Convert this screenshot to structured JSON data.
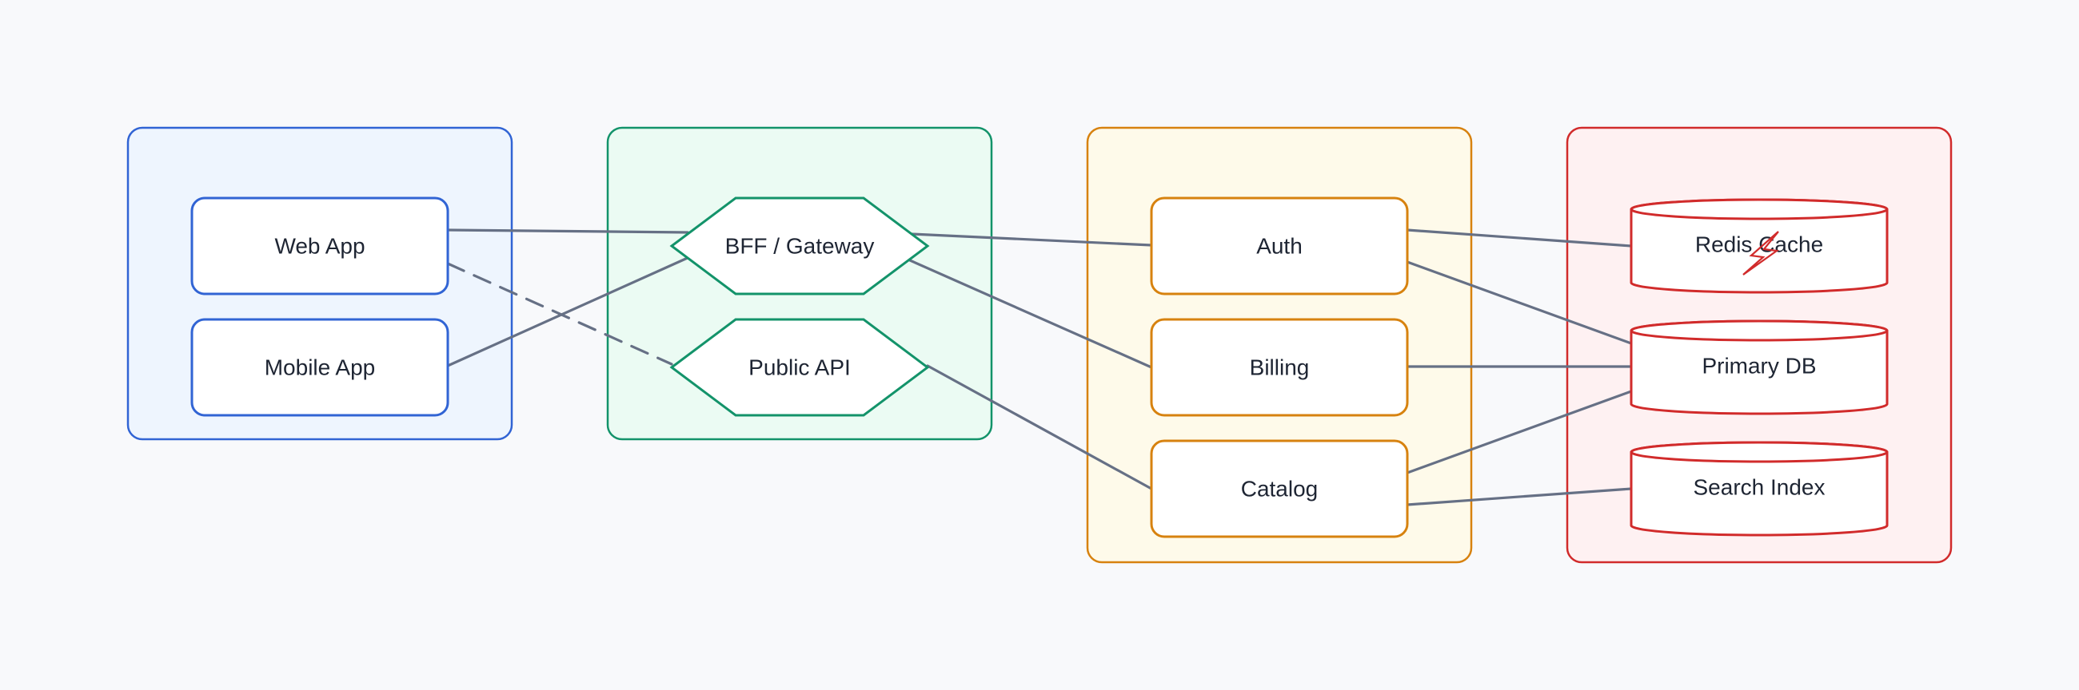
{
  "colors": {
    "background": "#f8f9fb",
    "edge": "#667085",
    "clients": {
      "stroke": "#3164d4",
      "fill": "#eef5fe"
    },
    "edge_tier": {
      "stroke": "#13936a",
      "fill": "#ebfbf3"
    },
    "services": {
      "stroke": "#d7820f",
      "fill": "#fefaea"
    },
    "data": {
      "stroke": "#d12b2b",
      "fill": "#fef1f2"
    },
    "node_fill": "#ffffff",
    "label_text": "#1e2533"
  },
  "groups": [
    {
      "id": "clients",
      "color_key": "clients"
    },
    {
      "id": "edge",
      "color_key": "edge_tier"
    },
    {
      "id": "services",
      "color_key": "services"
    },
    {
      "id": "data",
      "color_key": "data"
    }
  ],
  "nodes": {
    "web_app": {
      "label": "Web App",
      "shape": "rounded-rect",
      "group": "clients"
    },
    "mobile_app": {
      "label": "Mobile App",
      "shape": "rounded-rect",
      "group": "clients"
    },
    "bff_gateway": {
      "label": "BFF / Gateway",
      "shape": "hexagon",
      "group": "edge"
    },
    "public_api": {
      "label": "Public API",
      "shape": "hexagon",
      "group": "edge"
    },
    "auth": {
      "label": "Auth",
      "shape": "rounded-rect",
      "group": "services"
    },
    "billing": {
      "label": "Billing",
      "shape": "rounded-rect",
      "group": "services"
    },
    "catalog": {
      "label": "Catalog",
      "shape": "rounded-rect",
      "group": "services"
    },
    "redis_cache": {
      "label": "Redis Cache",
      "shape": "cylinder",
      "group": "data",
      "icon": "lightning-bolt-icon"
    },
    "primary_db": {
      "label": "Primary DB",
      "shape": "cylinder",
      "group": "data"
    },
    "search_index": {
      "label": "Search Index",
      "shape": "cylinder",
      "group": "data"
    }
  },
  "edges": [
    {
      "from": "web_app",
      "to": "bff_gateway",
      "style": "solid"
    },
    {
      "from": "web_app",
      "to": "public_api",
      "style": "dashed"
    },
    {
      "from": "mobile_app",
      "to": "bff_gateway",
      "style": "solid"
    },
    {
      "from": "bff_gateway",
      "to": "auth",
      "style": "solid"
    },
    {
      "from": "bff_gateway",
      "to": "billing",
      "style": "solid"
    },
    {
      "from": "public_api",
      "to": "catalog",
      "style": "solid"
    },
    {
      "from": "auth",
      "to": "redis_cache",
      "style": "solid"
    },
    {
      "from": "auth",
      "to": "primary_db",
      "style": "solid"
    },
    {
      "from": "billing",
      "to": "primary_db",
      "style": "solid"
    },
    {
      "from": "catalog",
      "to": "primary_db",
      "style": "solid"
    },
    {
      "from": "catalog",
      "to": "search_index",
      "style": "solid"
    }
  ]
}
